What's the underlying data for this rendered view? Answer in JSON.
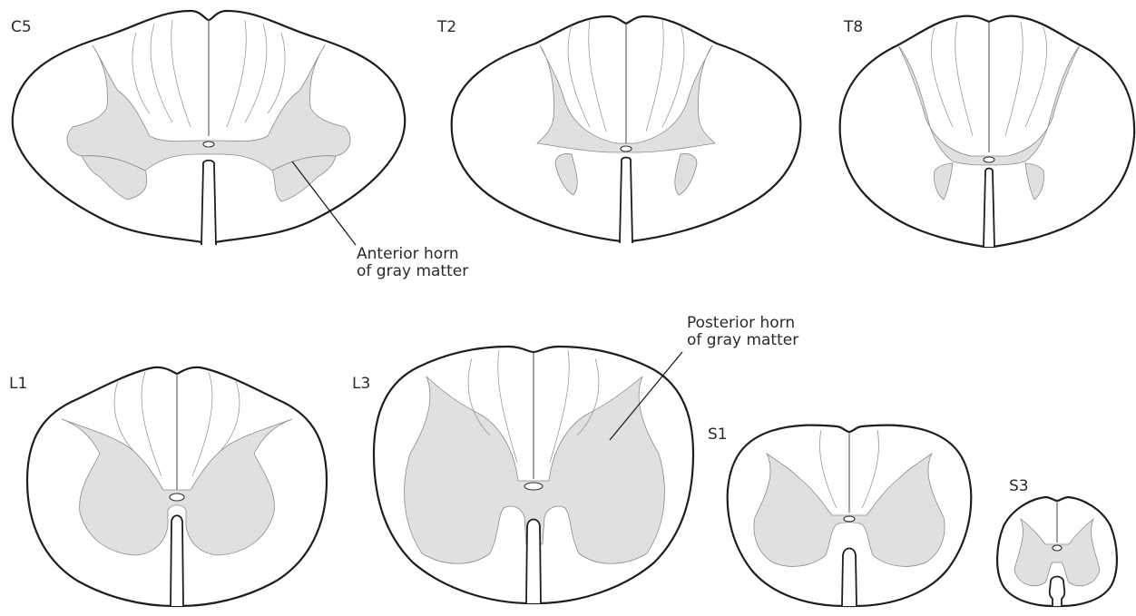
{
  "segments": [
    {
      "id": "c5",
      "label": "C5"
    },
    {
      "id": "t2",
      "label": "T2"
    },
    {
      "id": "t8",
      "label": "T8"
    },
    {
      "id": "l1",
      "label": "L1"
    },
    {
      "id": "l3",
      "label": "L3"
    },
    {
      "id": "s1",
      "label": "S1"
    },
    {
      "id": "s3",
      "label": "S3"
    }
  ],
  "annotations": {
    "anterior_horn": {
      "line1": "Anterior horn",
      "line2": "of gray matter"
    },
    "posterior_horn": {
      "line1": "Posterior horn",
      "line2": "of gray matter"
    }
  },
  "colors": {
    "gray_matter": "#e0e0e0",
    "outline": "#1e1e1e",
    "white_matter": "#ffffff"
  }
}
